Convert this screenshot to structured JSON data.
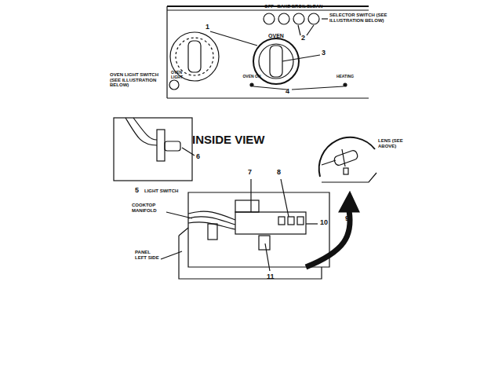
{
  "diagram": {
    "labels": [
      "OFF",
      "BAKE",
      "BROIL",
      "CLEAN",
      "SELECTOR SWITCH (SEE ILLUSTRATION BELOW)",
      "1",
      "2",
      "OVEN",
      "3",
      "OVEN LIGHT SWITCH (SEE ILLUSTRATION BELOW)",
      "OVEN LIGHT",
      "OVEN ON",
      "HEATING",
      "4",
      "INSIDE VIEW",
      "5",
      "LIGHT SWITCH",
      "6",
      "LENS (SEE ABOVE)",
      "7",
      "8",
      "9",
      "10",
      "COOKTOP MANIFOLD",
      "PANEL LEFT SIDE",
      "11"
    ]
  }
}
